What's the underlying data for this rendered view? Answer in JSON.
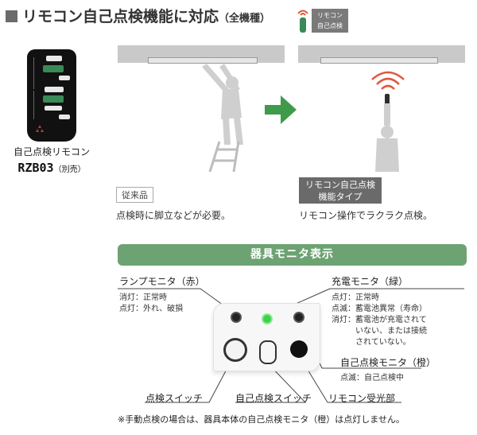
{
  "header": {
    "title": "リモコン自己点検機能に対応",
    "title_sub": "（全機種）",
    "badge": [
      "リモコン",
      "自己点検"
    ]
  },
  "remote": {
    "caption": "自己点検リモコン",
    "model": "RZB03",
    "model_note": "（別売）"
  },
  "illustrations": {
    "tag_old": "従来品",
    "caption_left": "点検時に脚立などが必要。",
    "tag_new": [
      "リモコン自己点検",
      "機能タイプ"
    ],
    "caption_right": "リモコン操作でラクラク点検。"
  },
  "monitor": {
    "section_title": "器具モニタ表示",
    "lamp_monitor": {
      "label": "ランプモニタ（赤）",
      "lines": [
        "消灯：正常時",
        "点灯：外れ、破損"
      ]
    },
    "charge_monitor": {
      "label": "充電モニタ（緑）",
      "lines": [
        "点灯：正常時",
        "点滅：蓄電池異常（寿命）",
        "消灯：蓄電池が充電されて",
        "いない、または接続",
        "されていない。"
      ]
    },
    "self_check_monitor": {
      "label": "自己点検モニタ（橙）",
      "lines": [
        "点滅：自己点検中"
      ]
    },
    "check_switch": "点検スイッチ",
    "self_check_switch": "自己点検スイッチ",
    "receiver": "リモコン受光部",
    "note": "※手動点検の場合は、器具本体の自己点検モニタ（橙）は点灯しません。"
  },
  "colors": {
    "accent_green": "#6da273",
    "arrow_green": "#3f9a4a",
    "badge_gray": "#7a7a7a"
  }
}
